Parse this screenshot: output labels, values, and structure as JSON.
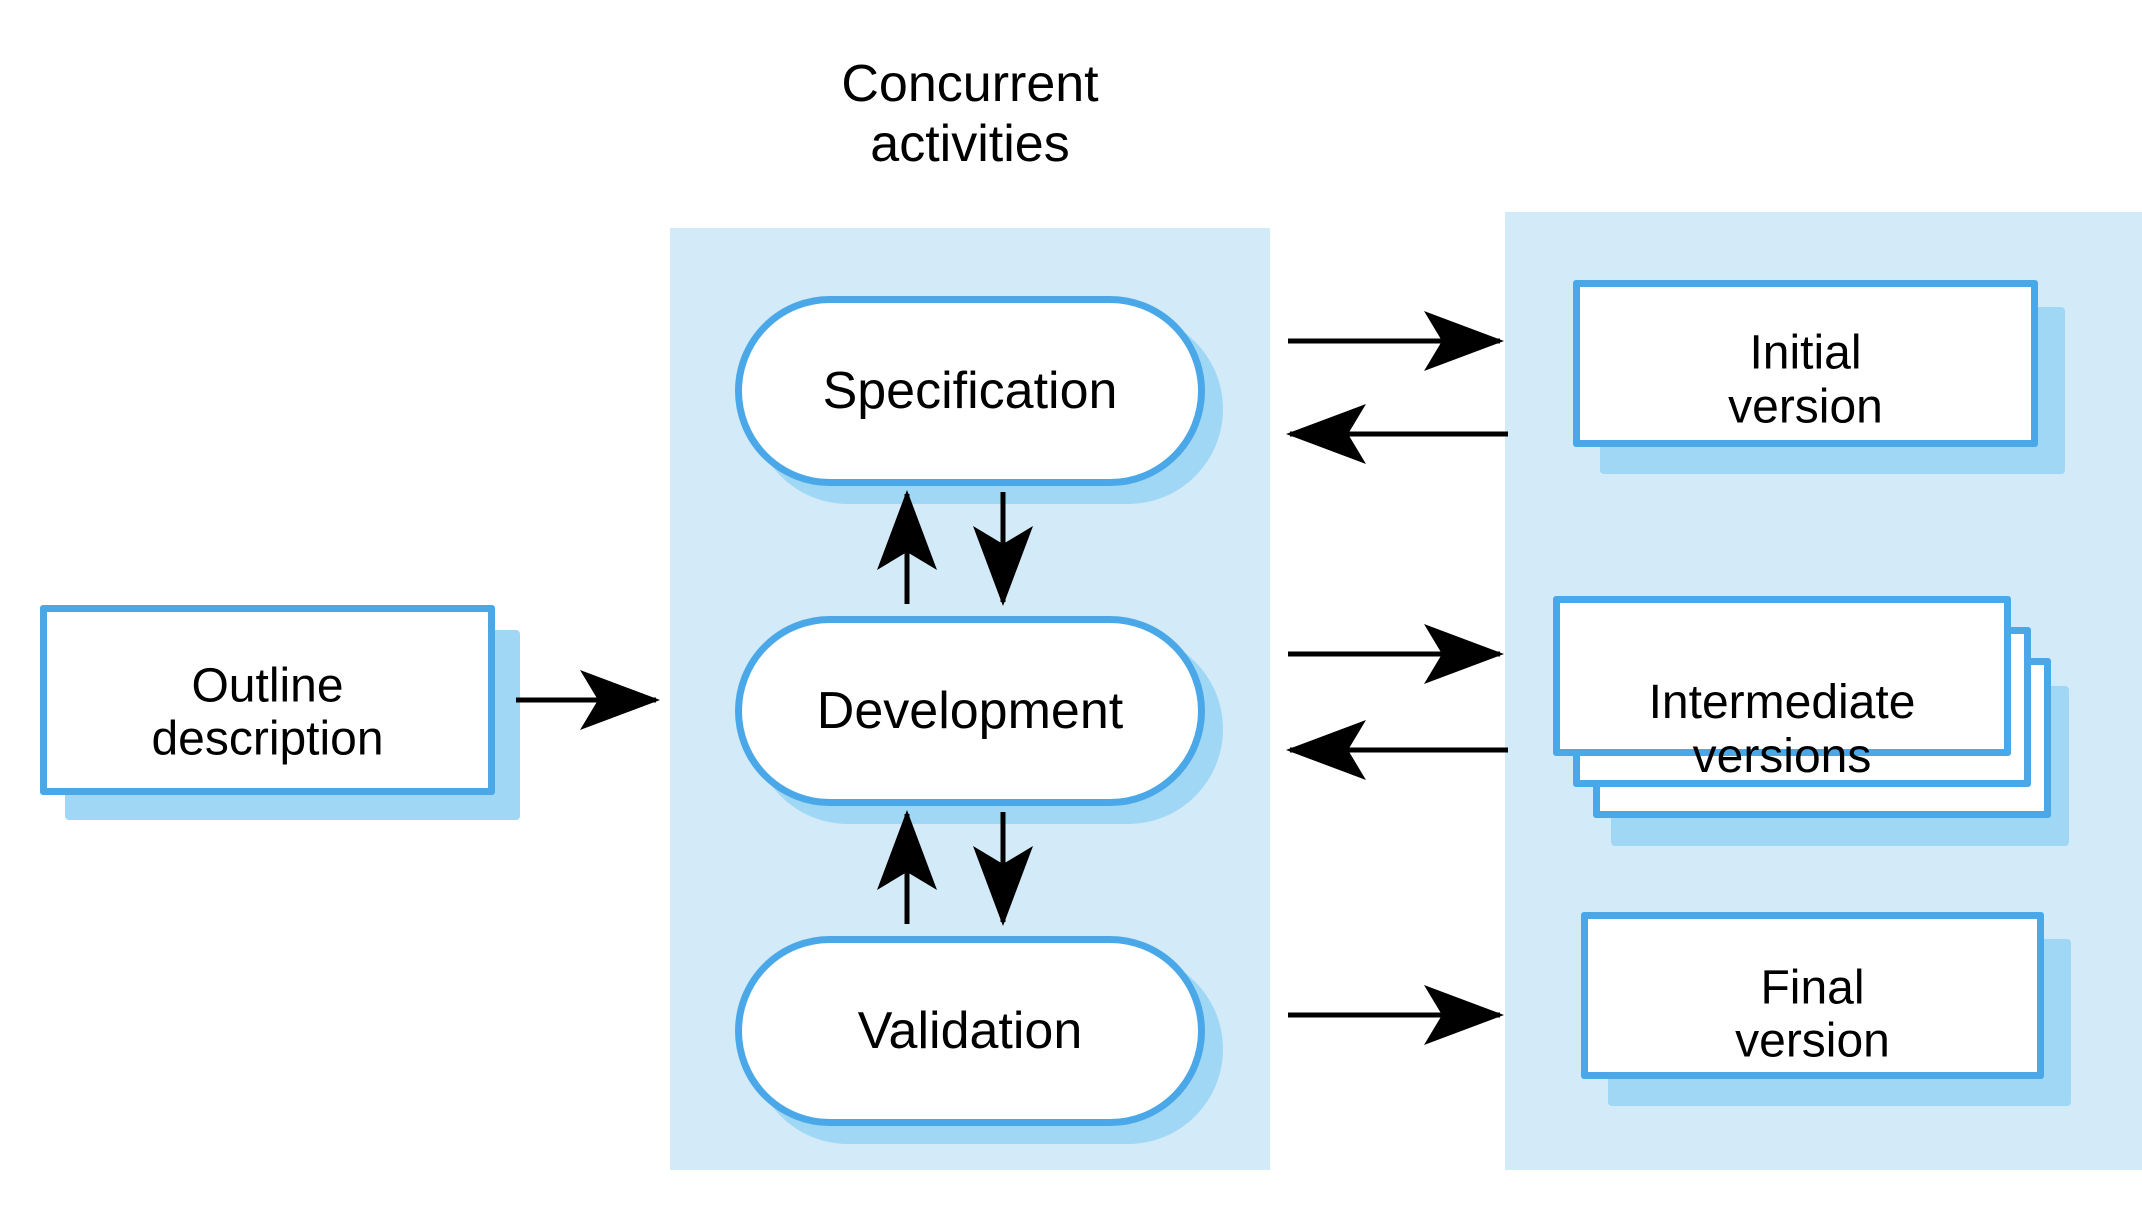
{
  "diagram": {
    "title": "Concurrent\nactivities",
    "accent_border": "#4aa8e8",
    "shadow_color": "#9fd7f4",
    "panel_background": "#d3eaf9",
    "node_background": "#ffffff",
    "arrow_color": "#000000",
    "page_background": "#ffffff"
  },
  "panels": [
    {
      "name": "concurrent-activities",
      "label": "Concurrent activities"
    },
    {
      "name": "versions",
      "label": ""
    }
  ],
  "nodes": {
    "outline": {
      "label": "Outline\ndescription",
      "shape": "document"
    },
    "specification": {
      "label": "Specification",
      "shape": "rounded-pill"
    },
    "development": {
      "label": "Development",
      "shape": "rounded-pill"
    },
    "validation": {
      "label": "Validation",
      "shape": "rounded-pill"
    },
    "initial": {
      "label": "Initial\nversion",
      "shape": "document"
    },
    "intermediate": {
      "label": "Intermediate\nversions",
      "shape": "document-stack",
      "stack_count": 3
    },
    "final": {
      "label": "Final\nversion",
      "shape": "document"
    }
  },
  "edges": [
    {
      "name": "outline-to-development",
      "from": "outline",
      "to": "development",
      "direction": "right"
    },
    {
      "name": "specification-to-development",
      "from": "specification",
      "to": "development",
      "direction": "down"
    },
    {
      "name": "development-to-specification",
      "from": "development",
      "to": "specification",
      "direction": "up"
    },
    {
      "name": "development-to-validation",
      "from": "development",
      "to": "validation",
      "direction": "down"
    },
    {
      "name": "validation-to-development",
      "from": "validation",
      "to": "development",
      "direction": "up"
    },
    {
      "name": "specification-to-initial",
      "from": "specification",
      "to": "initial",
      "direction": "right"
    },
    {
      "name": "initial-to-specification",
      "from": "initial",
      "to": "specification",
      "direction": "left"
    },
    {
      "name": "development-to-intermediate",
      "from": "development",
      "to": "intermediate",
      "direction": "right"
    },
    {
      "name": "intermediate-to-development",
      "from": "intermediate",
      "to": "development",
      "direction": "left"
    },
    {
      "name": "validation-to-final",
      "from": "validation",
      "to": "final",
      "direction": "right"
    }
  ]
}
